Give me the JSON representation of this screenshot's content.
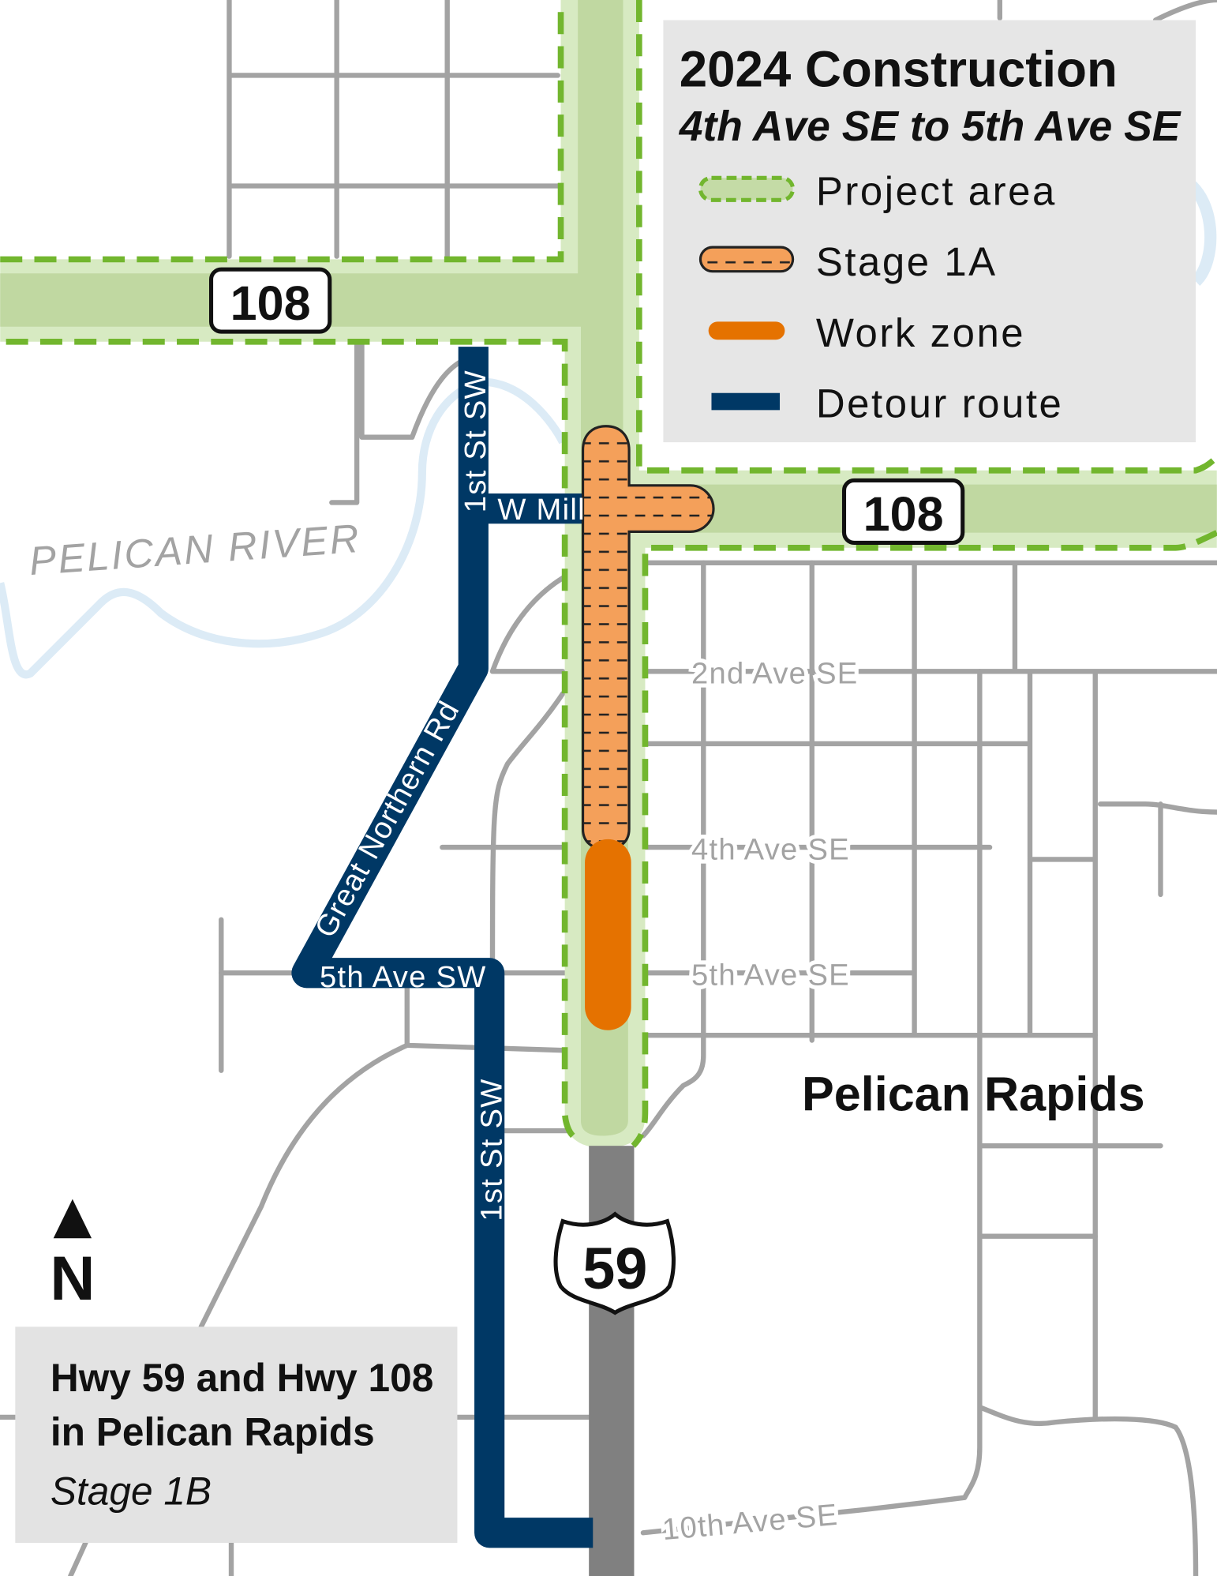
{
  "legend": {
    "title": "2024 Construction",
    "subtitle": "4th Ave SE to 5th Ave SE",
    "items": [
      {
        "label": "Project area",
        "color": "#c4dba6",
        "border": "#72b62e"
      },
      {
        "label": "Stage 1A",
        "color": "#f4a05a"
      },
      {
        "label": "Work zone",
        "color": "#e57200"
      },
      {
        "label": "Detour route",
        "color": "#003865"
      }
    ]
  },
  "title_box": {
    "line1": "Hwy 59 and Hwy 108",
    "line2": "in Pelican Rapids",
    "stage": "Stage 1B"
  },
  "map": {
    "river": "PELICAN RIVER",
    "city": "Pelican Rapids",
    "north": "N",
    "shields": {
      "hwy108_west": "108",
      "hwy108_east": "108",
      "us59": "59"
    },
    "streets": {
      "second_ave_se": "2nd Ave SE",
      "fourth_ave_se": "4th Ave SE",
      "fifth_ave_se": "5th Ave SE",
      "tenth_ave_se": "10th Ave SE"
    },
    "detour_streets": {
      "first_st_sw_north": "1st St SW",
      "w_mill": "W Mill",
      "great_northern": "Great Northern Rd",
      "fifth_ave_sw": "5th Ave SW",
      "first_st_sw_south": "1st St SW"
    }
  }
}
